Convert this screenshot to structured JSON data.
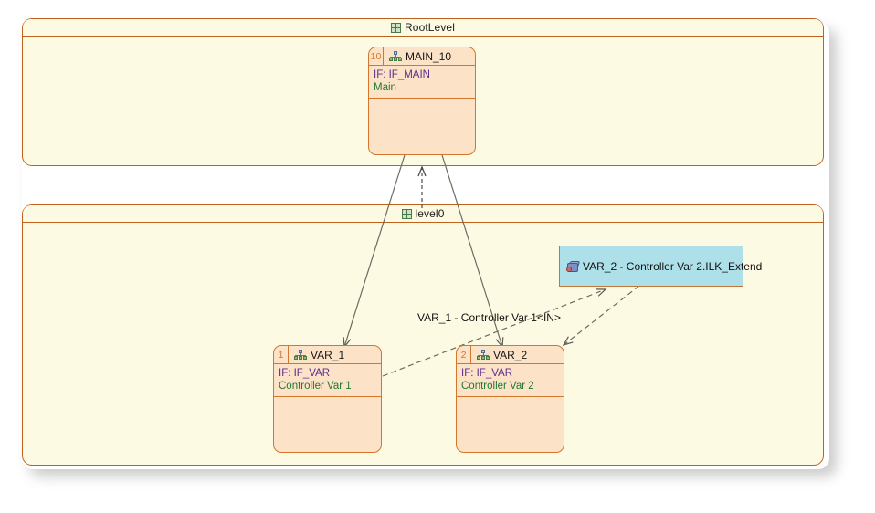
{
  "diagram": {
    "background_color": "#ffffff",
    "packages": [
      {
        "id": "rootlevel",
        "title": "RootLevel",
        "icon": "grid-icon",
        "border_color": "#c0621d",
        "fill_color": "#fdfae4"
      },
      {
        "id": "level0",
        "title": "level0",
        "icon": "grid-icon",
        "border_color": "#c0621d",
        "fill_color": "#fdfae4"
      }
    ],
    "nodes": [
      {
        "id": "main10",
        "index": "10",
        "title": "MAIN_10",
        "icon": "hierarchy-icon",
        "interface": "IF: IF_MAIN",
        "description": "Main",
        "border_color": "#d4762c",
        "fill_color": "#fce3c8",
        "interface_color": "#5b2d8e",
        "description_color": "#1f7a33"
      },
      {
        "id": "var1",
        "index": "1",
        "title": "VAR_1",
        "icon": "hierarchy-icon",
        "interface": "IF: IF_VAR",
        "description": "Controller Var 1",
        "border_color": "#d4762c",
        "fill_color": "#fce3c8",
        "interface_color": "#5b2d8e",
        "description_color": "#1f7a33"
      },
      {
        "id": "var2",
        "index": "2",
        "title": "VAR_2",
        "icon": "hierarchy-icon",
        "interface": "IF: IF_VAR",
        "description": "Controller Var 2",
        "border_color": "#d4762c",
        "fill_color": "#fce3c8",
        "interface_color": "#5b2d8e",
        "description_color": "#1f7a33"
      }
    ],
    "element_box": {
      "id": "var2-controller-ilk",
      "label": "VAR_2 - Controller Var 2.ILK_Extend",
      "icon": "package-icon",
      "fill_color": "#ade0e8",
      "border_color": "#c0763a"
    },
    "edge_labels": [
      {
        "id": "var1-controller-in",
        "text": "VAR_1 - Controller Var 1<IN>"
      }
    ],
    "connectors": [
      {
        "id": "level0-to-main10",
        "style": "dashed",
        "arrow": "open-triangle"
      },
      {
        "id": "main10-to-var1",
        "style": "solid",
        "arrow": "open-arrow"
      },
      {
        "id": "main10-to-var2",
        "style": "solid",
        "arrow": "open-arrow"
      },
      {
        "id": "var1-to-ilk",
        "style": "dashed",
        "arrow": "open-arrow"
      },
      {
        "id": "ilk-to-var2",
        "style": "dashed",
        "arrow": "open-arrow"
      }
    ]
  }
}
